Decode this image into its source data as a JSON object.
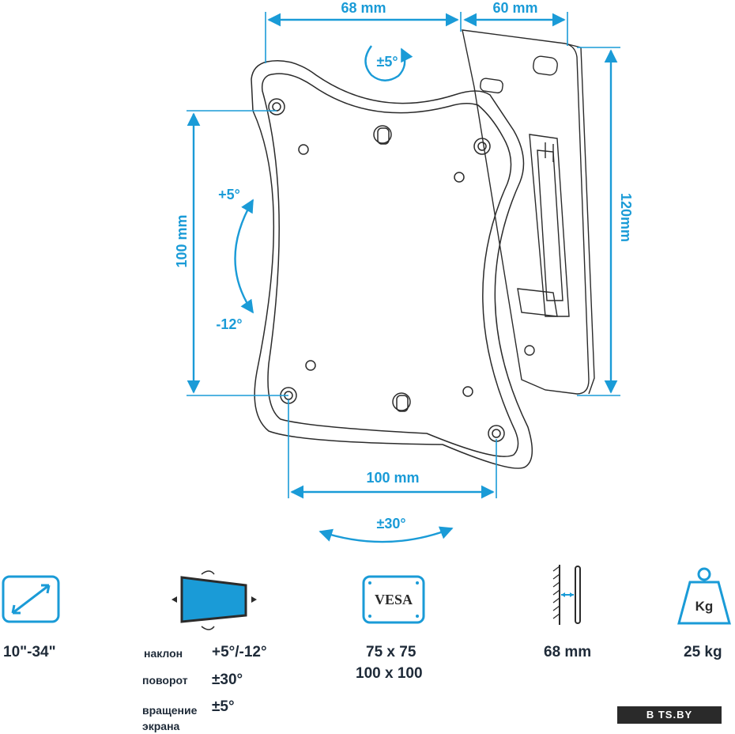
{
  "colors": {
    "accent": "#1a9bd7",
    "line": "#2b2b2b",
    "text": "#1e2a38"
  },
  "dimensions": {
    "top_width": "68 mm",
    "top_depth": "60 mm",
    "height_left": "100 mm",
    "height_right": "120mm",
    "bottom_width": "100 mm",
    "rotation_top": "±5°",
    "tilt_up": "+5°",
    "tilt_down": "-12°",
    "swivel": "±30°"
  },
  "specs": {
    "screen_size": {
      "icon": "diagonal-arrow-icon",
      "value": "10\"-34\""
    },
    "movement": {
      "icon": "screen-motion-icon",
      "rows": [
        {
          "label": "наклон",
          "value": "+5°/-12°"
        },
        {
          "label": "поворот",
          "value": "±30°"
        },
        {
          "label": "вращение экрана",
          "value": "±5°"
        }
      ]
    },
    "vesa": {
      "icon": "vesa-icon",
      "icon_text": "VESA",
      "values": [
        "75 x 75",
        "100 x 100"
      ]
    },
    "depth": {
      "icon": "wall-depth-icon",
      "value": "68 mm"
    },
    "load": {
      "icon": "weight-icon",
      "icon_text": "Kg",
      "value": "25 kg"
    }
  },
  "watermark": "B TS.BY"
}
